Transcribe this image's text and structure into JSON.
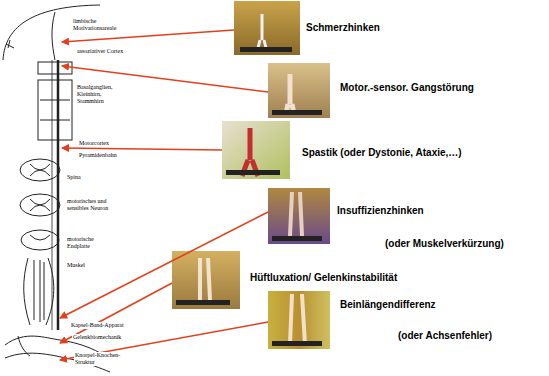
{
  "diagram": {
    "labels": [
      "limbische Motivationsareale",
      "assoziativer Cortex",
      "Basalganglien, Kleinhirn, Stammhirn",
      "Motorcortex",
      "Pyramidenbahn",
      "Spina",
      "motorisches und sensibles Neuron",
      "motorische Endplatte",
      "Muskel",
      "Kapsel-Band-Apparat",
      "Gelenkbiomechanik",
      "Knorpel-Knochen-Struktur",
      "Schmerzhinken",
      "Motor.-sensor. Gangstörung",
      "Spastik (oder Dystonie, Ataxie,…)",
      "Insuffizienzhinken",
      "(oder Muskelverkürzung)",
      "Hüftluxation/ Gelenkinstabilität",
      "Beinlängendifferenz",
      "(oder Achsenfehler)"
    ]
  }
}
